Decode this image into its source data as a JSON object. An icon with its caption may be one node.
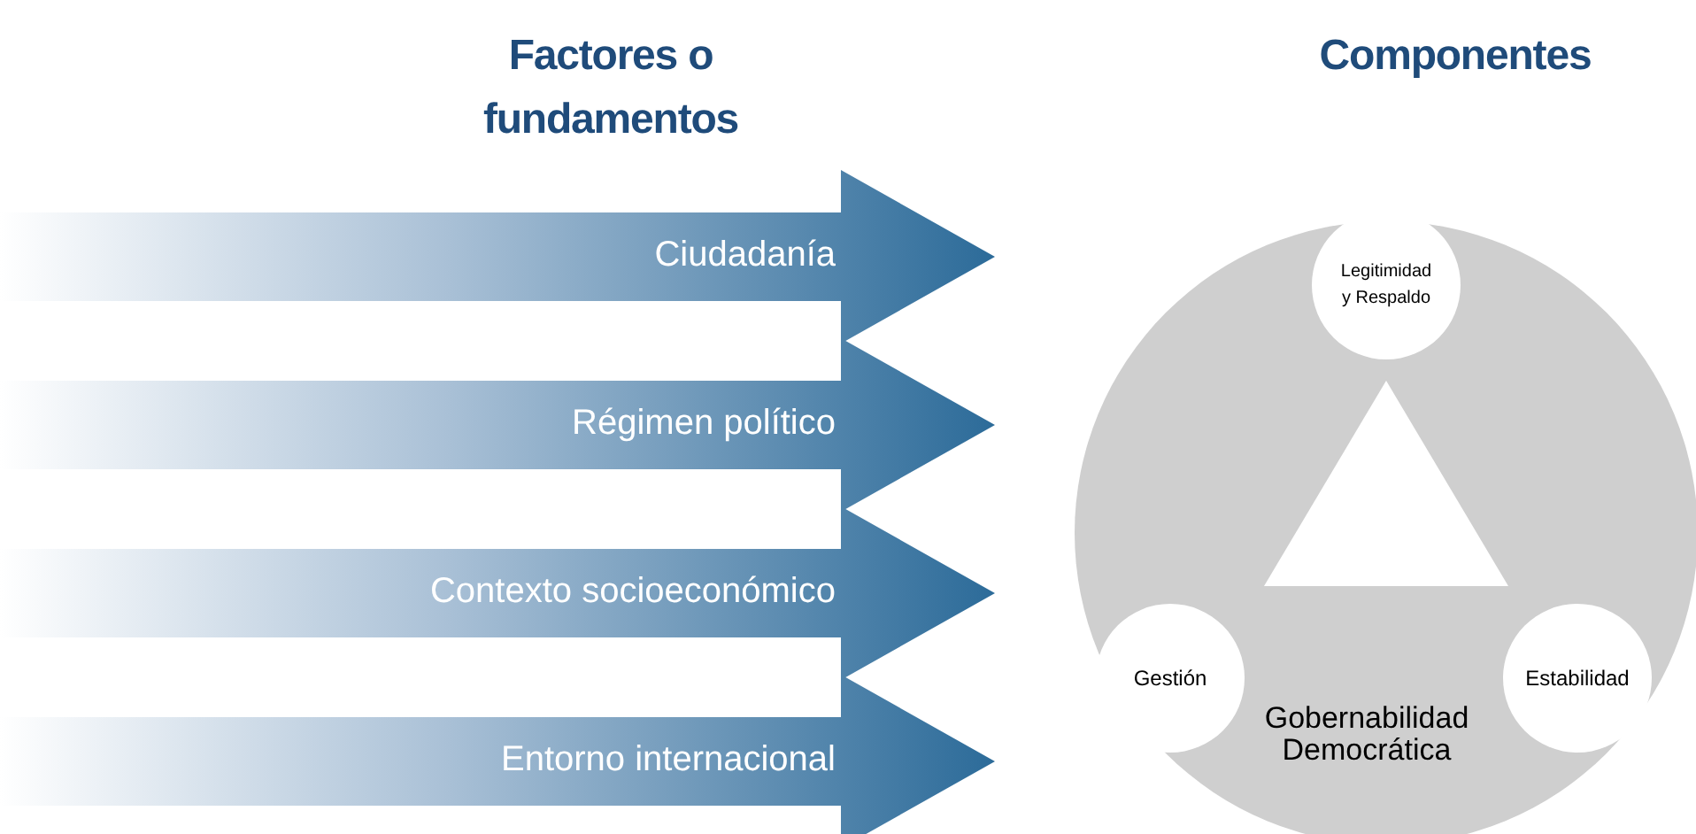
{
  "diagram": {
    "nodes": [
      {
        "text": [
          "Ciudadanía"
        ]
      },
      {
        "text": [
          "Régimen político"
        ]
      },
      {
        "text": [
          "Contexto socioeconómico"
        ]
      },
      {
        "text": [
          "Entorno internacional"
        ]
      },
      {
        "text": [
          "Gobernabilidad Democrática"
        ]
      },
      {
        "text": [
          "Legitimidad y Respaldo"
        ],
        "in": 4
      },
      {
        "text": [
          "Gestión"
        ],
        "in": 4
      },
      {
        "text": [
          "Estabilidad"
        ],
        "in": 4
      }
    ],
    "labels": [
      "Factores o fundamentos",
      "Componentes"
    ]
  }
}
